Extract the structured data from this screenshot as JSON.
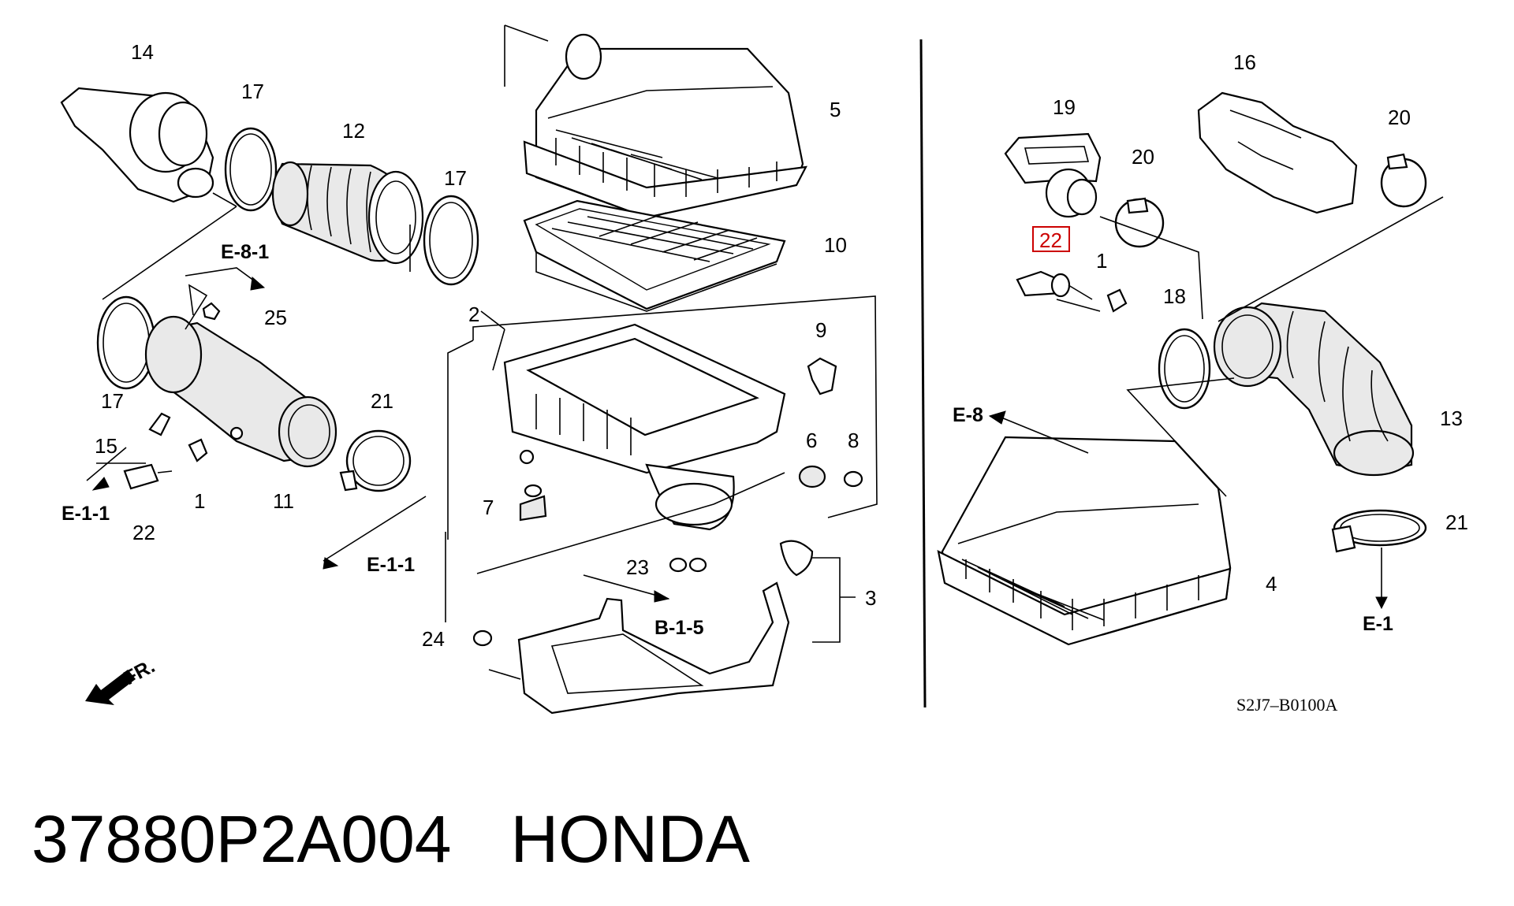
{
  "labels": {
    "n14": "14",
    "n17a": "17",
    "n12": "12",
    "n17b": "17",
    "n5": "5",
    "n10": "10",
    "n2": "2",
    "n9": "9",
    "n25": "25",
    "n17c": "17",
    "n15": "15",
    "n21a": "21",
    "n22a": "22",
    "n1a": "1",
    "n11": "11",
    "n6": "6",
    "n8": "8",
    "n7": "7",
    "n23": "23",
    "n3": "3",
    "n24": "24",
    "n19": "19",
    "n20a": "20",
    "n16": "16",
    "n20b": "20",
    "n22b": "22",
    "n1b": "1",
    "n18": "18",
    "n13": "13",
    "n21b": "21",
    "n4": "4"
  },
  "refs": {
    "e81": "E-8-1",
    "e11a": "E-1-1",
    "e11b": "E-1-1",
    "b15": "B-1-5",
    "e8": "E-8",
    "e1": "E-1",
    "fr": "FR."
  },
  "diagram_code": "S2J7–B0100A",
  "footer": {
    "part_number": "37880P2A004",
    "brand": "HONDA"
  },
  "highlight_color": "#cc0000"
}
